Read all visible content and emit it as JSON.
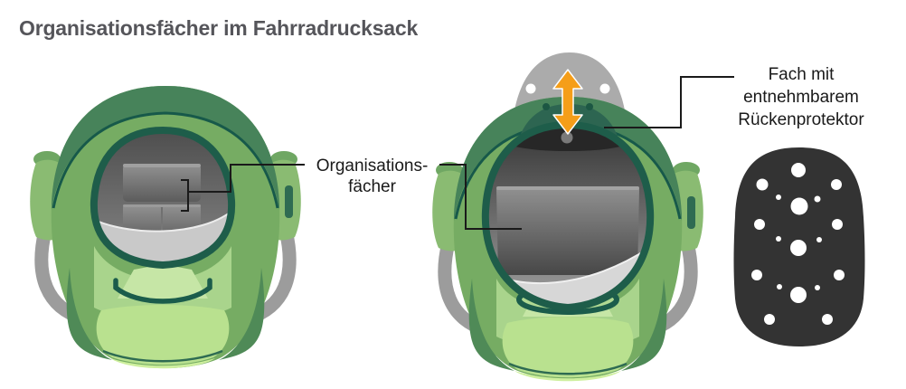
{
  "title": "Organisationsfächer im Fahrradrucksack",
  "labels": {
    "organizer": {
      "lines": [
        "Organisations-",
        "fächer"
      ]
    },
    "protector": {
      "lines": [
        "Fach mit",
        "entnehmbarem",
        "Rückenprotektor"
      ]
    }
  },
  "icons": {
    "pull_out_arrow": "double-vertical-arrow"
  },
  "colors": {
    "accent_orange": "#F59E19",
    "body_green": "#76AC63",
    "cap_green": "#47835A",
    "rim_teal": "#1E5D4A",
    "panel_green": "#A9D48C",
    "highlight_green": "#C6E6A6",
    "skirt_green": "#B9E18F",
    "strap_gray": "#9C9C9C",
    "lid_gray": "#D7D7D7",
    "compartment_gray": "#4E4E4E",
    "protector_pad_dark": "#333333",
    "title_gray": "#55555A",
    "callout_black": "#1A1A1A"
  }
}
